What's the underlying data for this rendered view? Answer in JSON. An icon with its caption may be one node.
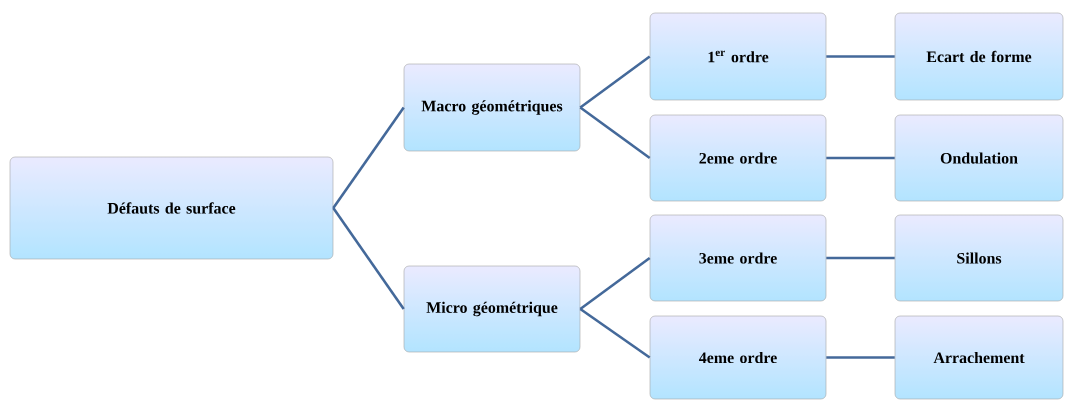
{
  "diagram": {
    "nodes": [
      {
        "text": [
          "Défauts de surface"
        ]
      },
      {
        "text": [
          "Macro géométriques"
        ]
      },
      {
        "text": [
          "Micro géométrique"
        ]
      },
      {
        "text": [
          "1$^{er}$ ordre"
        ]
      },
      {
        "text": [
          "2eme ordre"
        ]
      },
      {
        "text": [
          "3eme ordre"
        ]
      },
      {
        "text": [
          "4eme ordre"
        ]
      },
      {
        "text": [
          "Ecart de forme"
        ]
      },
      {
        "text": [
          "Ondulation"
        ]
      },
      {
        "text": [
          "Sillons"
        ]
      },
      {
        "text": [
          "Arrachement"
        ]
      }
    ],
    "edges": [
      {
        "from": 0,
        "to": 1,
        "arrow": "none"
      },
      {
        "from": 0,
        "to": 2,
        "arrow": "none"
      },
      {
        "from": 1,
        "to": 3,
        "arrow": "none"
      },
      {
        "from": 1,
        "to": 4,
        "arrow": "none"
      },
      {
        "from": 2,
        "to": 5,
        "arrow": "none"
      },
      {
        "from": 2,
        "to": 6,
        "arrow": "none"
      },
      {
        "from": 3,
        "to": 7,
        "arrow": "none"
      },
      {
        "from": 4,
        "to": 8,
        "arrow": "none"
      },
      {
        "from": 5,
        "to": 9,
        "arrow": "none"
      },
      {
        "from": 6,
        "to": 10,
        "arrow": "none"
      }
    ]
  }
}
